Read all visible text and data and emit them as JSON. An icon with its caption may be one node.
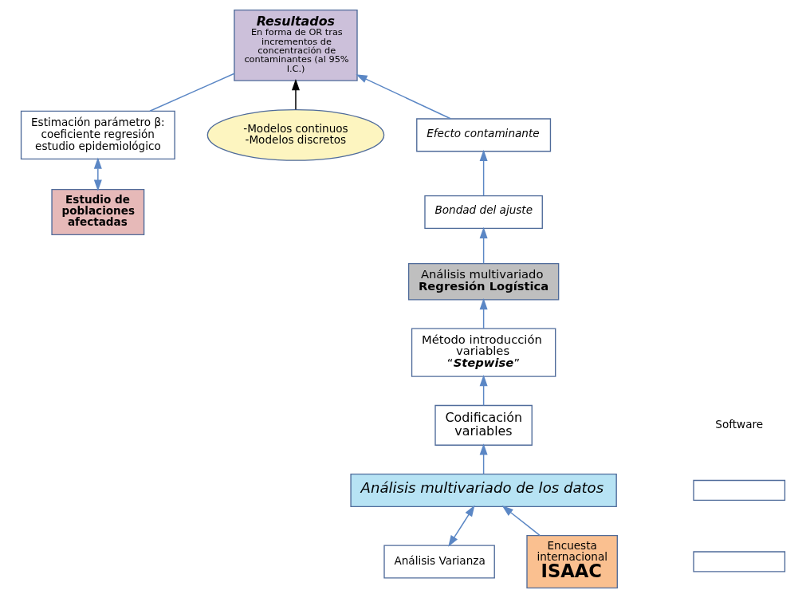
{
  "diagram": {
    "nodes": [
      {
        "text": [
          "Estudio de poblaciones afectadas"
        ]
      },
      {
        "text": [
          "Estimación parámetro β: coeficiente regresión estudio epidemiológico"
        ]
      },
      {
        "text": [
          "Resultados",
          "En forma de OR tras incrementos de concentración de contaminantes (al 95% I.C.)"
        ]
      },
      {
        "text": [
          "-Modelos continuos",
          "-Modelos discretos"
        ]
      },
      {
        "text": [
          "Efecto contaminante"
        ]
      },
      {
        "text": [
          "Análisis Varianza"
        ]
      },
      {
        "text": [
          "Bondad del ajuste"
        ]
      },
      {
        "text": [
          "Análisis multivariado de los datos"
        ]
      },
      {
        "text": [
          "Codificación variables"
        ]
      },
      {
        "text": [
          "Método introducción variables “**Stepwise**”"
        ]
      },
      {
        "text": [
          "Análisis multivariado",
          "Regresión Logística"
        ]
      },
      {
        "text": [
          "Encuesta internacional",
          "ISAAC"
        ]
      },
      {
        "text": [],
        "shape": "box"
      },
      {
        "text": [],
        "shape": "box"
      }
    ],
    "edges": [
      {
        "from": 0,
        "to": 1,
        "arrow": "both"
      },
      {
        "from": 1,
        "to": 2,
        "arrow": "none"
      },
      {
        "from": 3,
        "to": 2,
        "arrow": "to",
        "color": "#000000"
      },
      {
        "from": 4,
        "to": 2,
        "arrow": "to"
      },
      {
        "from": 6,
        "to": 4,
        "arrow": "to"
      },
      {
        "from": 10,
        "to": 6,
        "arrow": "to"
      },
      {
        "from": 5,
        "to": 7,
        "arrow": "both"
      },
      {
        "from": 11,
        "to": 7,
        "arrow": "to"
      },
      {
        "from": 7,
        "to": 8,
        "arrow": "to"
      },
      {
        "from": 8,
        "to": 9,
        "arrow": "to"
      },
      {
        "from": 9,
        "to": 10,
        "arrow": "to"
      }
    ],
    "labels": [
      "Software"
    ]
  }
}
